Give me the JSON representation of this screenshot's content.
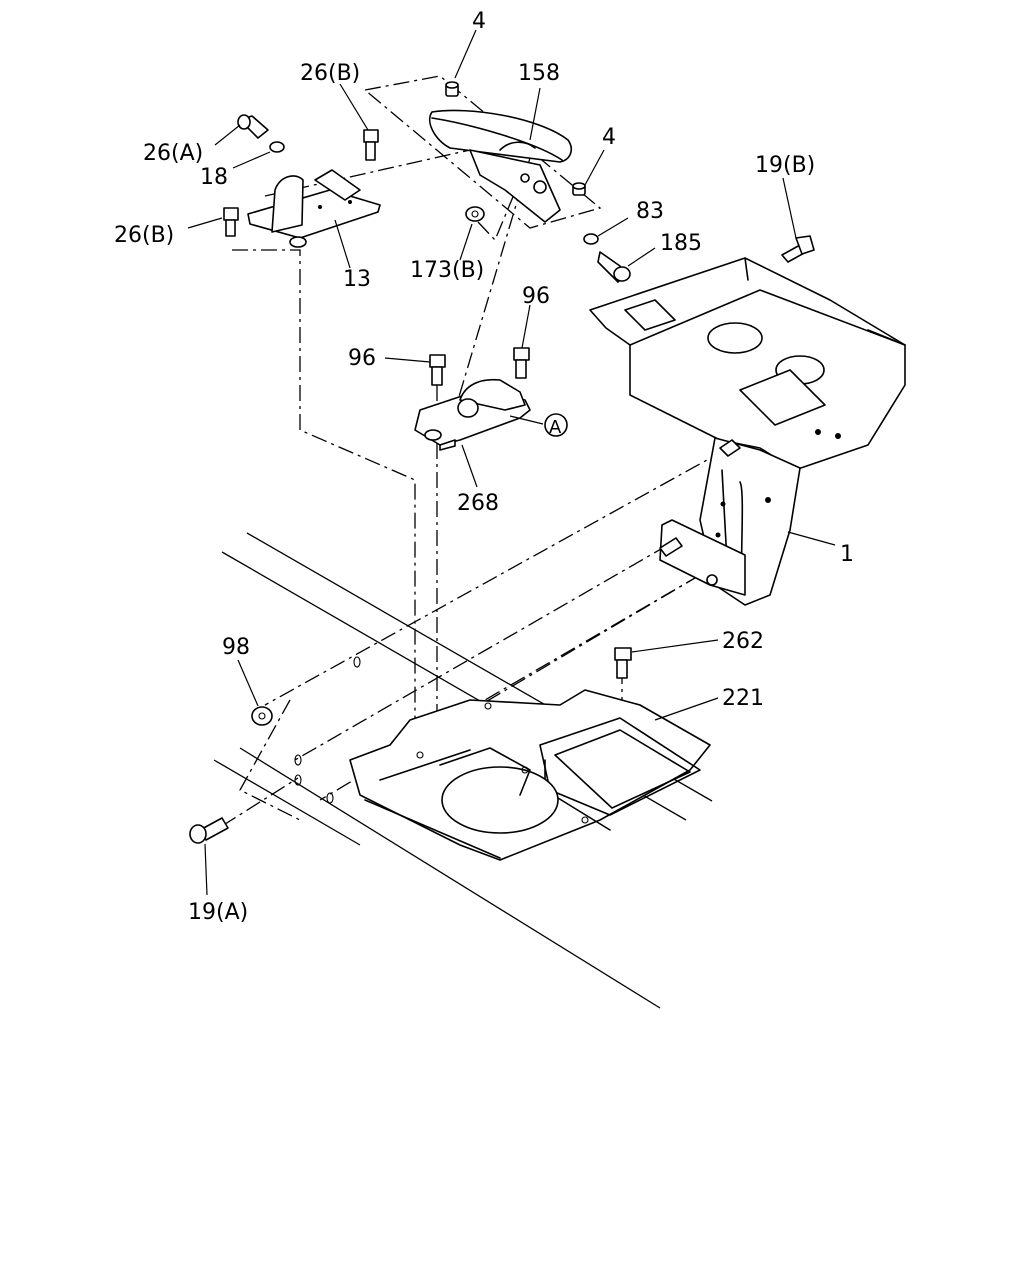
{
  "callouts": [
    {
      "id": "c-4-top",
      "text": "4"
    },
    {
      "id": "c-158",
      "text": "158"
    },
    {
      "id": "c-26b-top",
      "text": "26(B)"
    },
    {
      "id": "c-26a",
      "text": "26(A)"
    },
    {
      "id": "c-18",
      "text": "18"
    },
    {
      "id": "c-4-right",
      "text": "4"
    },
    {
      "id": "c-19b",
      "text": "19(B)"
    },
    {
      "id": "c-26b-left",
      "text": "26(B)"
    },
    {
      "id": "c-83",
      "text": "83"
    },
    {
      "id": "c-185",
      "text": "185"
    },
    {
      "id": "c-13",
      "text": "13"
    },
    {
      "id": "c-173b",
      "text": "173(B)"
    },
    {
      "id": "c-96-right",
      "text": "96"
    },
    {
      "id": "c-96-left",
      "text": "96"
    },
    {
      "id": "c-a",
      "text": "A"
    },
    {
      "id": "c-268",
      "text": "268"
    },
    {
      "id": "c-1",
      "text": "1"
    },
    {
      "id": "c-98",
      "text": "98"
    },
    {
      "id": "c-262",
      "text": "262"
    },
    {
      "id": "c-221",
      "text": "221"
    },
    {
      "id": "c-19a",
      "text": "19(A)"
    }
  ]
}
